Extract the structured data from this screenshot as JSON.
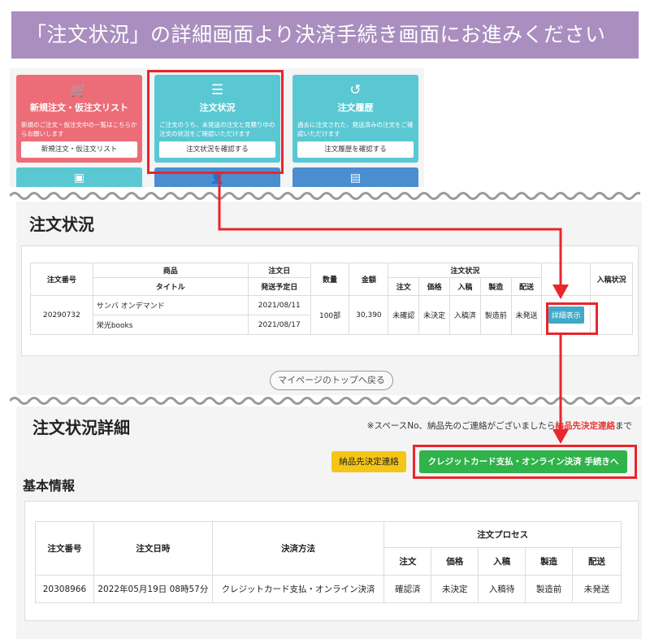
{
  "banner": {
    "title": "「注文状況」の詳細画面より決済手続き画面にお進みください"
  },
  "menu": {
    "cards": [
      {
        "icon": "cart-icon",
        "glyph": "🛒",
        "title": "新規注文・仮注文リスト",
        "desc": "新規のご注文・仮注文中の一覧はこちらからお願いします",
        "button": "新規注文・仮注文リスト",
        "color": "#ec6d78"
      },
      {
        "icon": "list-icon",
        "glyph": "☰",
        "title": "注文状況",
        "desc": "ご注文のうち、未発送の注文と見積り中の注文の状況をご確認いただけます",
        "button": "注文状況を確認する",
        "color": "#5ac8d3"
      },
      {
        "icon": "history-icon",
        "glyph": "↺",
        "title": "注文履歴",
        "desc": "過去に注文された、発送済みの注文をご確認いただけます",
        "button": "注文履歴を確認する",
        "color": "#5ac8d3"
      }
    ],
    "cards_row2": [
      {
        "icon": "box-icon",
        "glyph": "▣",
        "color": "#5ac8d3"
      },
      {
        "icon": "user-gear-icon",
        "glyph": "👤",
        "color": "#4a8ed0"
      },
      {
        "icon": "id-card-icon",
        "glyph": "▤",
        "color": "#4a8ed0"
      }
    ]
  },
  "order_status": {
    "title": "注文状況",
    "headers": {
      "order_no": "注文番号",
      "product": "商品",
      "title": "タイトル",
      "order_date": "注文日",
      "ship_date": "発送予定日",
      "quantity": "数量",
      "amount": "金額",
      "status": "注文状況",
      "st_order": "注文",
      "st_price": "価格",
      "st_submit": "入稿",
      "st_manuf": "製造",
      "st_ship": "配送",
      "submit_status": "入稿状況"
    },
    "row": {
      "order_no": "20290732",
      "product": "サンバ オンデマンド",
      "title": "栄光books",
      "order_date": "2021/08/11",
      "ship_date": "2021/08/17",
      "quantity": "100部",
      "amount": "30,390",
      "st_order": "未確認",
      "st_price": "未決定",
      "st_submit": "入稿済",
      "st_manuf": "製造前",
      "st_ship": "未発送",
      "detail_button": "詳細表示"
    },
    "back_button": "マイページのトップへ戻る"
  },
  "detail": {
    "title": "注文状況詳細",
    "notice_prefix": "※スペースNo、納品先のご連絡がございましたら",
    "notice_highlight": "納品先決定連絡",
    "notice_suffix": "まで",
    "delivery_button": "納品先決定連絡",
    "payment_button": "クレジットカード支払・オンライン決済 手続きへ",
    "basic_info_title": "基本情報",
    "headers": {
      "order_no": "注文番号",
      "order_datetime": "注文日時",
      "payment_method": "決済方法",
      "process": "注文プロセス",
      "p_order": "注文",
      "p_price": "価格",
      "p_submit": "入稿",
      "p_manuf": "製造",
      "p_ship": "配送"
    },
    "row": {
      "order_no": "20308966",
      "order_datetime": "2022年05月19日 08時57分",
      "payment_method": "クレジットカード支払・オンライン決済",
      "p_order": "確認済",
      "p_price": "未決定",
      "p_submit": "入稿待",
      "p_manuf": "製造前",
      "p_ship": "未発送"
    }
  },
  "colors": {
    "banner": "#a98ebf",
    "highlight": "#e8262b",
    "link": "#2d7bd6",
    "detail_button": "#3fa9c7",
    "yellow_button": "#f5c518",
    "green_button": "#2fb34a"
  }
}
